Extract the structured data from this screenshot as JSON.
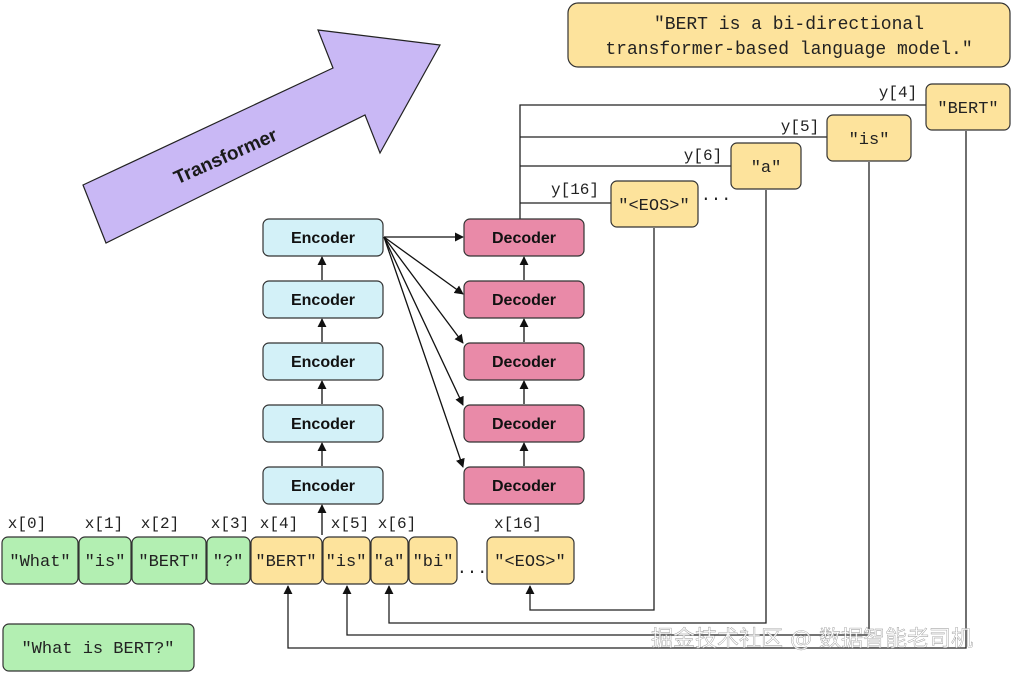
{
  "big_arrow": {
    "label": "Transformer"
  },
  "encoders": [
    "Encoder",
    "Encoder",
    "Encoder",
    "Encoder",
    "Encoder"
  ],
  "decoders": [
    "Decoder",
    "Decoder",
    "Decoder",
    "Decoder",
    "Decoder"
  ],
  "input_indices": [
    "x[0]",
    "x[1]",
    "x[2]",
    "x[3]",
    "x[4]",
    "x[5]",
    "x[6]",
    "x[16]"
  ],
  "input_tokens": [
    "\"What\"",
    "\"is\"",
    "\"BERT\"",
    "\"?\"",
    "\"BERT\"",
    "\"is\"",
    "\"a\"",
    "\"bi\"",
    "\"<EOS>\""
  ],
  "ellipsis": "...",
  "output_labels": [
    "y[4]",
    "y[5]",
    "y[6]",
    "y[16]"
  ],
  "output_tokens": [
    "\"BERT\"",
    "\"is\"",
    "\"a\"",
    "\"<EOS>\""
  ],
  "output_ellipsis": "...",
  "answer": {
    "line1": "\"BERT is a bi-directional",
    "line2": "transformer-based language model.\""
  },
  "question": "\"What is BERT?\"",
  "watermark": "掘金技术社区 @ 数据智能老司机",
  "colors": {
    "encoder_fill": "#d3f1f8",
    "decoder_fill": "#e98aa8",
    "input_fill": "#b3efb2",
    "output_fill": "#fde39c",
    "arrow_fill": "#c9b8f5"
  }
}
